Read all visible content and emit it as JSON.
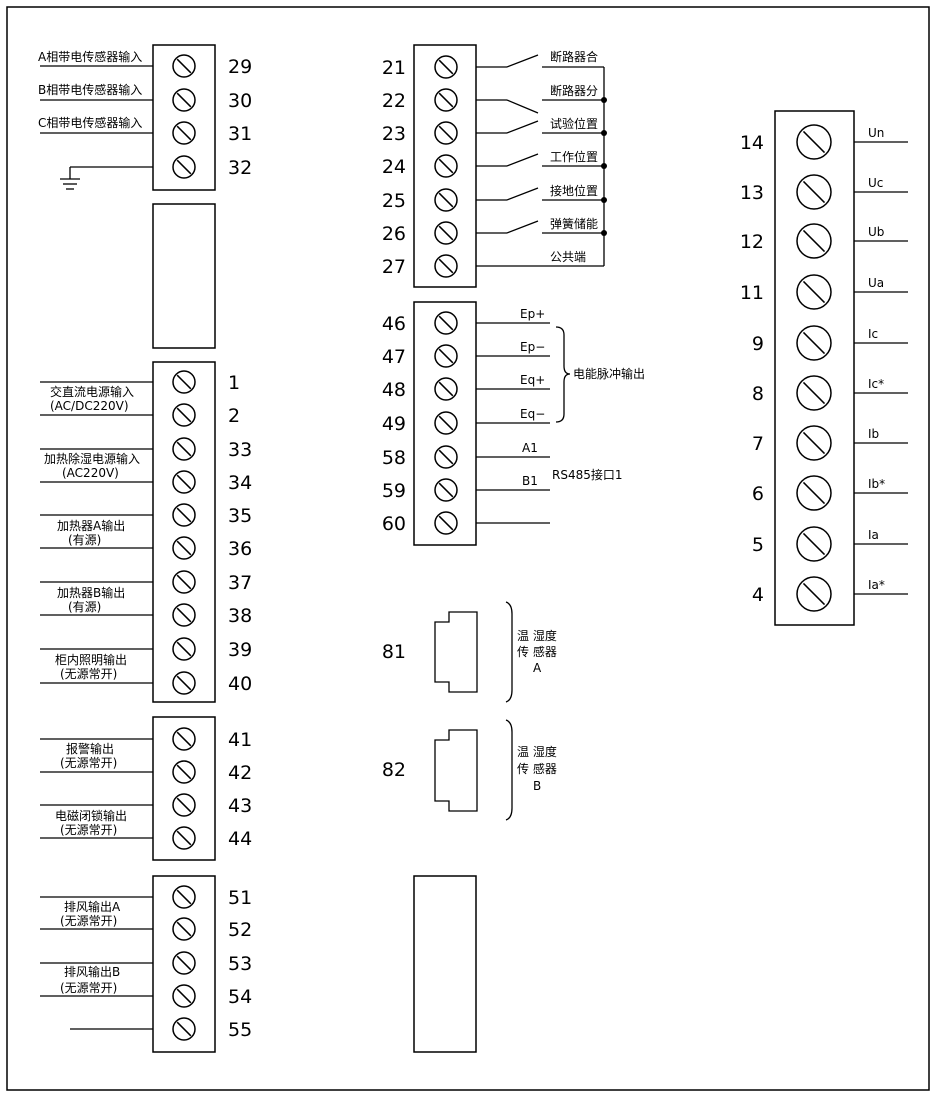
{
  "left": {
    "block1": {
      "terminals": [
        "29",
        "30",
        "31",
        "32"
      ],
      "labels": [
        "A相带电传感器输入",
        "B相带电传感器输入",
        "C相带电传感器输入"
      ]
    },
    "block3": {
      "terminals": [
        "1",
        "2",
        "33",
        "34",
        "35",
        "36",
        "37",
        "38",
        "39",
        "40"
      ],
      "labels": [
        [
          "交直流电源输入",
          "(AC/DC220V)"
        ],
        [
          "加热除湿电源输入",
          "(AC220V)"
        ],
        [
          "加热器A输出",
          "(有源)"
        ],
        [
          "加热器B输出",
          "(有源)"
        ],
        [
          "柜内照明输出",
          "(无源常开)"
        ]
      ]
    },
    "block4": {
      "terminals": [
        "41",
        "42",
        "43",
        "44"
      ],
      "labels": [
        [
          "报警输出",
          "(无源常开)"
        ],
        [
          "电磁闭锁输出",
          "(无源常开)"
        ]
      ]
    },
    "block5": {
      "terminals": [
        "51",
        "52",
        "53",
        "54",
        "55"
      ],
      "labels": [
        [
          "排风输出A",
          "(无源常开)"
        ],
        [
          "排风输出B",
          "(无源常开)"
        ]
      ]
    }
  },
  "middle": {
    "block1": {
      "terminals": [
        "21",
        "22",
        "23",
        "24",
        "25",
        "26",
        "27"
      ],
      "labels": [
        "断路器合",
        "断路器分",
        "试验位置",
        "工作位置",
        "接地位置",
        "弹簧储能",
        "公共端"
      ]
    },
    "block2": {
      "terminals": [
        "46",
        "47",
        "48",
        "49",
        "58",
        "59",
        "60"
      ],
      "signals": [
        "Ep+",
        "Ep−",
        "Eq+",
        "Eq−",
        "A1",
        "B1"
      ],
      "group_pulse": "电能脉冲输出",
      "group_rs485": "RS485接口1"
    },
    "sensors": [
      {
        "number": "81",
        "label": [
          "温 湿度",
          "传 感器",
          "A"
        ]
      },
      {
        "number": "82",
        "label": [
          "温 湿度",
          "传 感器",
          "B"
        ]
      }
    ]
  },
  "right": {
    "terminals": [
      "14",
      "13",
      "12",
      "11",
      "9",
      "8",
      "7",
      "6",
      "5",
      "4"
    ],
    "signals": [
      "Un",
      "Uc",
      "Ub",
      "Ua",
      "Ic",
      "Ic*",
      "Ib",
      "Ib*",
      "Ia",
      "Ia*"
    ]
  }
}
